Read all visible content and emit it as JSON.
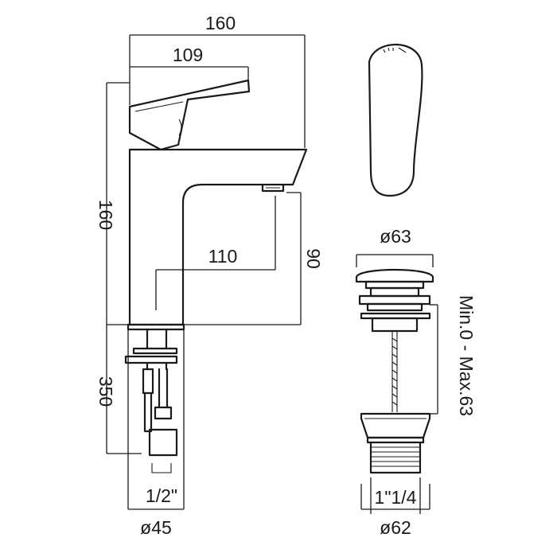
{
  "dimensions": {
    "tap_width": "160",
    "lever_reach": "109",
    "tap_height": "160",
    "spout_reach": "110",
    "spout_height": "90",
    "hose_length": "350",
    "hose_thread": "1/2\"",
    "base_diameter": "ø45",
    "waste_cap_diameter": "ø63",
    "waste_range": "Min.0 - Max.63",
    "waste_thread": "1\"1/4",
    "waste_base_diameter": "ø62"
  }
}
